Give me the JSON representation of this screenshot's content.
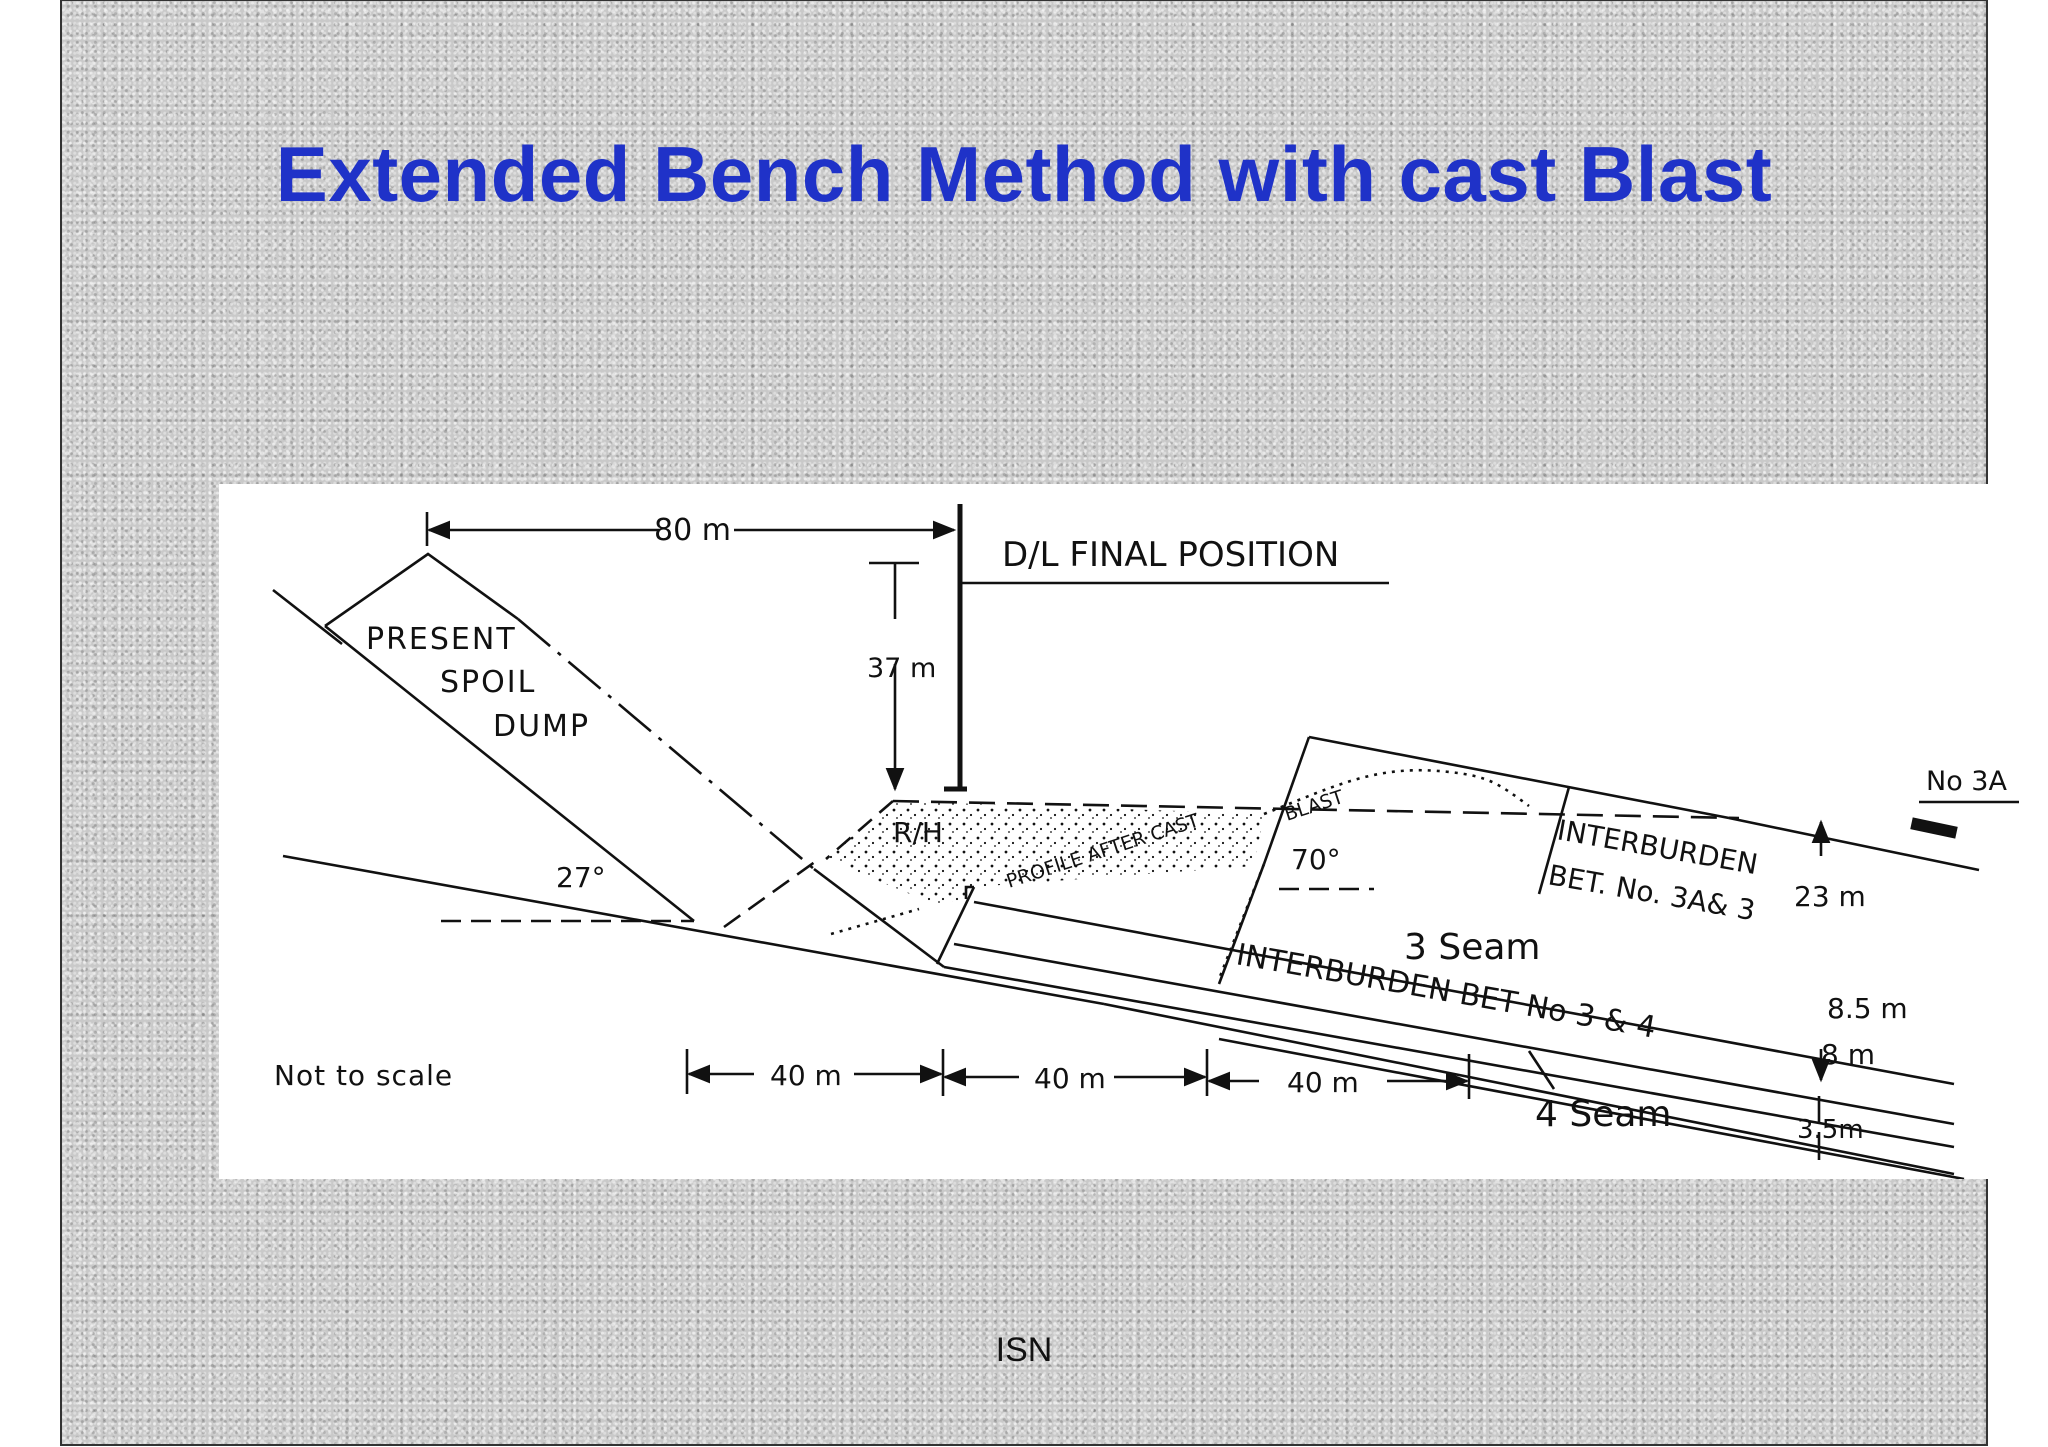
{
  "title": "Extended Bench Method with cast Blast",
  "footer": "ISN",
  "diagram": {
    "labels": {
      "dim_80": "80 m",
      "dl_final": "D/L FINAL POSITION",
      "spoil_1": "PRESENT",
      "spoil_2": "SPOIL",
      "spoil_3": "DUMP",
      "dim_37": "37 m",
      "rh": "R/H",
      "profile": "PROFILE AFTER CAST",
      "blast": "BLAST",
      "angle_27": "27°",
      "angle_70": "70°",
      "no3a": "No 3A",
      "ib1_1": "INTERBURDEN",
      "ib1_2": "BET. No. 3A& 3",
      "dim_23": "23 m",
      "seam3": "3 Seam",
      "ib2": "INTERBURDEN  BET  No   3 & 4",
      "dim_85": "8.5 m",
      "dim_8": "8 m",
      "dim_35": "3.5m",
      "not_to_scale": "Not to scale",
      "dim_40a": "40 m",
      "dim_40b": "40 m",
      "dim_40c": "40 m",
      "seam4": "4 Seam"
    }
  }
}
